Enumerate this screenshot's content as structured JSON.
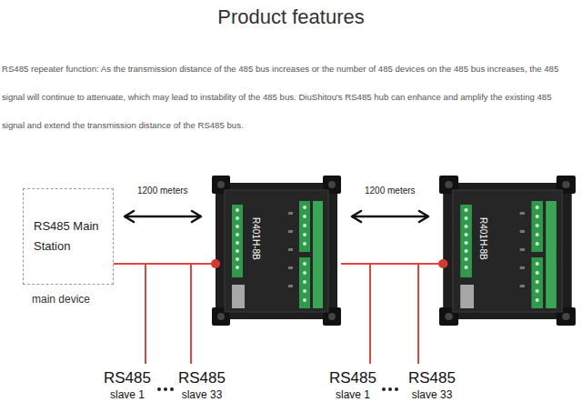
{
  "diagram": {
    "title": "Product features",
    "nodes": [
      {
        "text": [
          "RS485 Main Station",
          "main device"
        ]
      },
      {
        "text": [
          "R401H-8B"
        ]
      },
      {
        "text": [
          "R401H-8B"
        ]
      },
      {
        "text": [
          "RS485",
          "slave 1"
        ]
      },
      {
        "text": [
          "RS485",
          "slave 33"
        ]
      },
      {
        "text": [
          "RS485",
          "slave 1"
        ]
      },
      {
        "text": [
          "RS485",
          "slave 33"
        ]
      }
    ],
    "edges": [
      {
        "from": 0,
        "to": 1,
        "arrow": "both",
        "label": "1200 meters"
      },
      {
        "from": 1,
        "to": 2,
        "arrow": "both",
        "label": "1200 meters"
      },
      {
        "from": 0,
        "to": 1,
        "arrow": "none"
      },
      {
        "from": 0,
        "to": 3,
        "arrow": "none"
      },
      {
        "from": 0,
        "to": 4,
        "arrow": "none"
      },
      {
        "from": 1,
        "to": 2,
        "arrow": "none"
      },
      {
        "from": 1,
        "to": 5,
        "arrow": "none"
      },
      {
        "from": 1,
        "to": 6,
        "arrow": "none"
      }
    ],
    "labels": [
      "RS485 repeater function: As the transmission distance of the 485 bus increases or the number of 485 devices on the 485 bus increases, the 485 signal will continue to attenuate, which may lead to instability of the 485 bus. DiuShitou's RS485 hub can enhance and amplify the existing 485 signal and extend the transmission distance of the RS485 bus."
    ]
  }
}
